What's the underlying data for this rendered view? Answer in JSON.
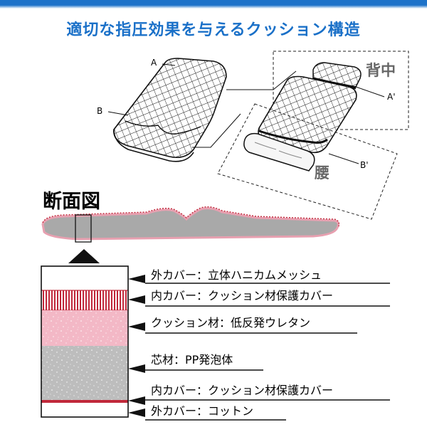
{
  "title": "適切な指圧効果を与えるクッション構造",
  "callouts": {
    "a": "A",
    "b": "B",
    "a_prime": "A'",
    "b_prime": "B'"
  },
  "parts": {
    "back": "背中",
    "waist": "腰"
  },
  "cross_section": {
    "label": "断面図"
  },
  "layers": [
    {
      "label": "外カバー：立体ハニカムメッシュ"
    },
    {
      "label": "内カバー：クッション材保護カバー"
    },
    {
      "label": "クッション材：低反発ウレタン"
    },
    {
      "label": "芯材：PP発泡体"
    },
    {
      "label": "内カバー：クッション材保護カバー"
    },
    {
      "label": "外カバー：コットン"
    }
  ],
  "colors": {
    "title": "#1a70c8",
    "mesh_layer": "#ffffff",
    "inner_cover": "#c0283a",
    "urethane": "#f3b8c6",
    "core": "#bdbdbd",
    "profile_fill": "#a9a9a9",
    "profile_edge": "#e7a0b0"
  }
}
